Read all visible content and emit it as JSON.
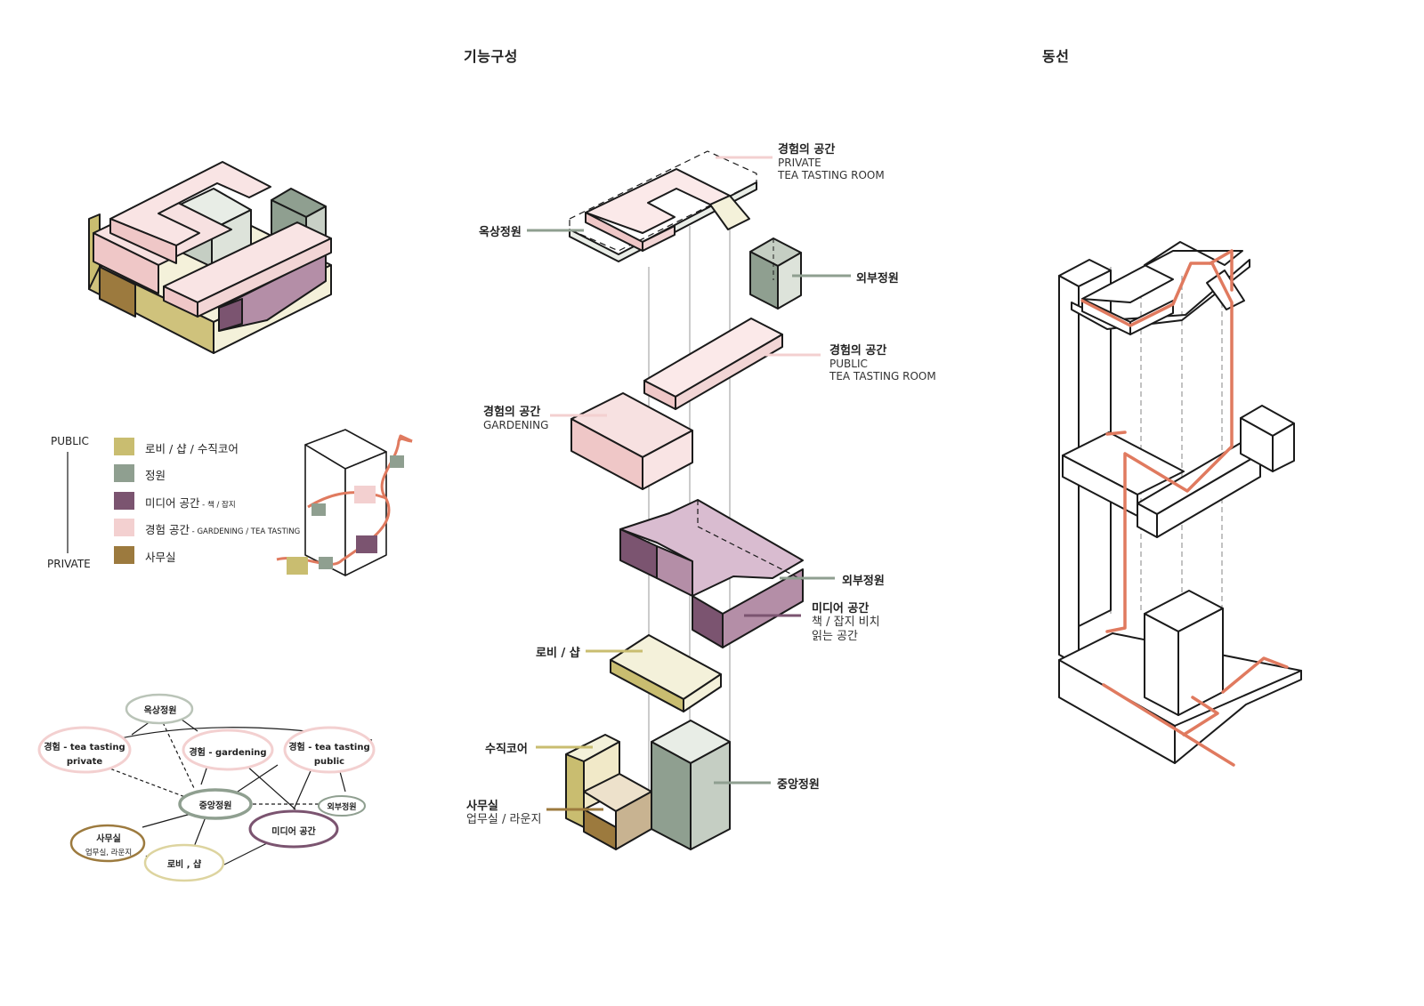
{
  "titles": {
    "function": "기능구성",
    "circulation": "동선"
  },
  "colors": {
    "lobby": "#c9bd70",
    "garden": "#8f9f90",
    "media": "#7b5470",
    "experience": "#f3d0d0",
    "office": "#9c7a3e",
    "route": "#e07a5f"
  },
  "legend": {
    "axis_top": "PUBLIC",
    "axis_bottom": "PRIVATE",
    "items": [
      {
        "label": "로비 / 샵 / 수직코어",
        "sub": "",
        "color_key": "lobby"
      },
      {
        "label": "정원",
        "sub": "",
        "color_key": "garden"
      },
      {
        "label": "미디어 공간",
        "sub": " - 책 / 잡지",
        "color_key": "media"
      },
      {
        "label": "경험 공간",
        "sub": " - GARDENING / TEA TASTING",
        "color_key": "experience"
      },
      {
        "label": "사무실",
        "sub": "",
        "color_key": "office"
      }
    ]
  },
  "exploded_labels": {
    "rooftop_garden": "옥상정원",
    "private_tea": {
      "title": "경험의 공간",
      "line1": "PRIVATE",
      "line2": "TEA TASTING ROOM"
    },
    "outer_garden_top": "외부정원",
    "public_tea": {
      "title": "경험의 공간",
      "line1": "PUBLIC",
      "line2": "TEA TASTING ROOM"
    },
    "gardening": {
      "title": "경험의 공간",
      "line1": "GARDENING"
    },
    "outer_garden_mid": "외부정원",
    "media": {
      "title": "미디어 공간",
      "line1": "책 / 잡지 비치",
      "line2": "읽는 공간"
    },
    "lobby_shop": "로비 / 샵",
    "vertical_core": "수직코어",
    "office": {
      "title": "사무실",
      "line1": "업무실 / 라운지"
    },
    "central_garden": "중앙정원"
  },
  "bubble_nodes": {
    "rooftop": "옥상정원",
    "tea_private": {
      "line1": "경험 - tea tasting",
      "line2": "private"
    },
    "gardening": "경험 - gardening",
    "tea_public": {
      "line1": "경험 - tea tasting",
      "line2": "public"
    },
    "central": "중앙정원",
    "outer": "외부정원",
    "media": "미디어 공간",
    "office": {
      "line1": "사무실",
      "line2": "업무실, 라운지"
    },
    "lobby": "로비 , 샵"
  }
}
